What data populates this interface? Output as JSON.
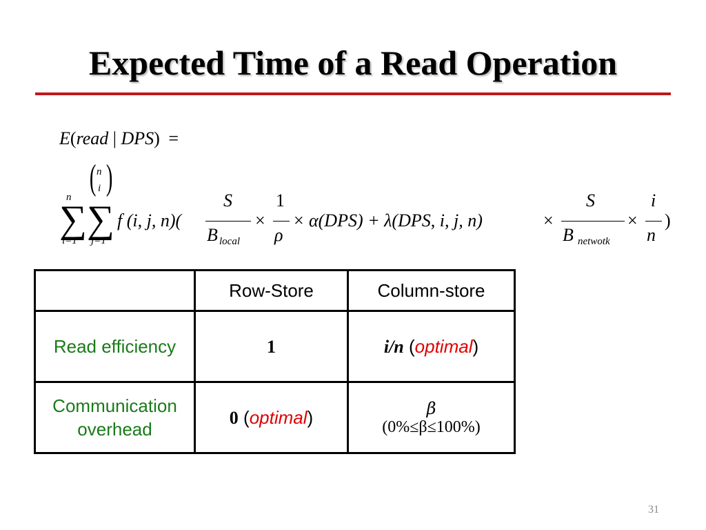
{
  "slide": {
    "title": "Expected Time of a Read Operation",
    "page_number": "31",
    "accent_color": "#c0171a"
  },
  "formula": {
    "line1": {
      "E": "E",
      "open": "(",
      "read": "read",
      "bar": "|",
      "dps": "DPS",
      "close": ")",
      "eq": "="
    },
    "sum_symbol": "∑",
    "sum1_top": "n",
    "sum1_bottom": "i=1",
    "binom_top": "n",
    "binom_bottom": "i",
    "binom_left": "(",
    "binom_right": ")",
    "sum2_bottom": "j=1",
    "term1": "f (i, j, n)(",
    "frac1_num": "S",
    "frac1_den_B": "B",
    "frac1_den_sub": "local",
    "times": "×",
    "frac2_num": "1",
    "frac2_den": "ρ",
    "alpha_term": "α(DPS) + λ(DPS, i, j, n)",
    "frac3_num": "S",
    "frac3_den_B": "B",
    "frac3_den_sub": "netwotk",
    "frac4_num": "i",
    "frac4_den": "n",
    "close_paren": ")"
  },
  "table": {
    "header": [
      "",
      "Row-Store",
      "Column-store"
    ],
    "rows": [
      {
        "label": "Read efficiency",
        "row_store": "1",
        "col_main": "i/n",
        "col_open": " (",
        "col_opt": "optimal",
        "col_close": ")"
      },
      {
        "label": "Communication overhead",
        "row_main": "0",
        "row_open": " (",
        "row_opt": "optimal",
        "row_close": ")",
        "col_beta": "β",
        "col_range": "(0%≤β≤100%)"
      }
    ]
  },
  "colors": {
    "label_green": "#1a7a1a",
    "optimal_red": "#e00000"
  }
}
